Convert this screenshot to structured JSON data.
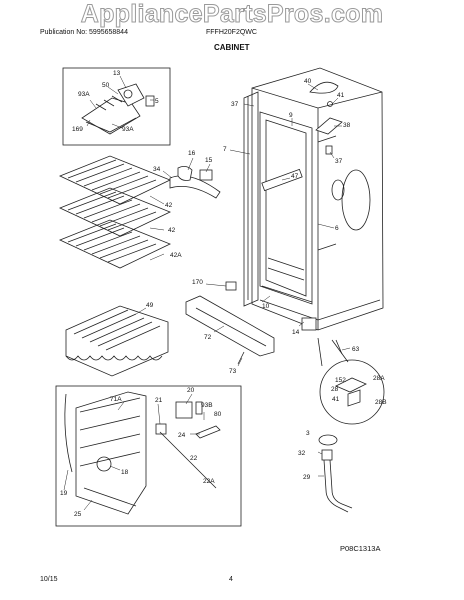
{
  "watermark": "AppliancePartsPros.com",
  "header": {
    "publication": "Publication No: 5995658844",
    "model": "FFFH20F2QWC",
    "section_title": "CABINET"
  },
  "diagram_id": "P08C1313A",
  "footer": {
    "date": "10/15",
    "page": "4"
  },
  "callouts": [
    "13",
    "50",
    "93A",
    "5",
    "169",
    "93A",
    "40",
    "41",
    "37",
    "9",
    "38",
    "7",
    "37",
    "16",
    "15",
    "34",
    "47",
    "42",
    "42",
    "42A",
    "6",
    "170",
    "10",
    "49",
    "72",
    "14",
    "63",
    "73",
    "152",
    "28A",
    "28",
    "41",
    "28B",
    "71A",
    "20",
    "93B",
    "21",
    "80",
    "24",
    "18",
    "22",
    "22A",
    "19",
    "25",
    "3",
    "32",
    "29"
  ]
}
